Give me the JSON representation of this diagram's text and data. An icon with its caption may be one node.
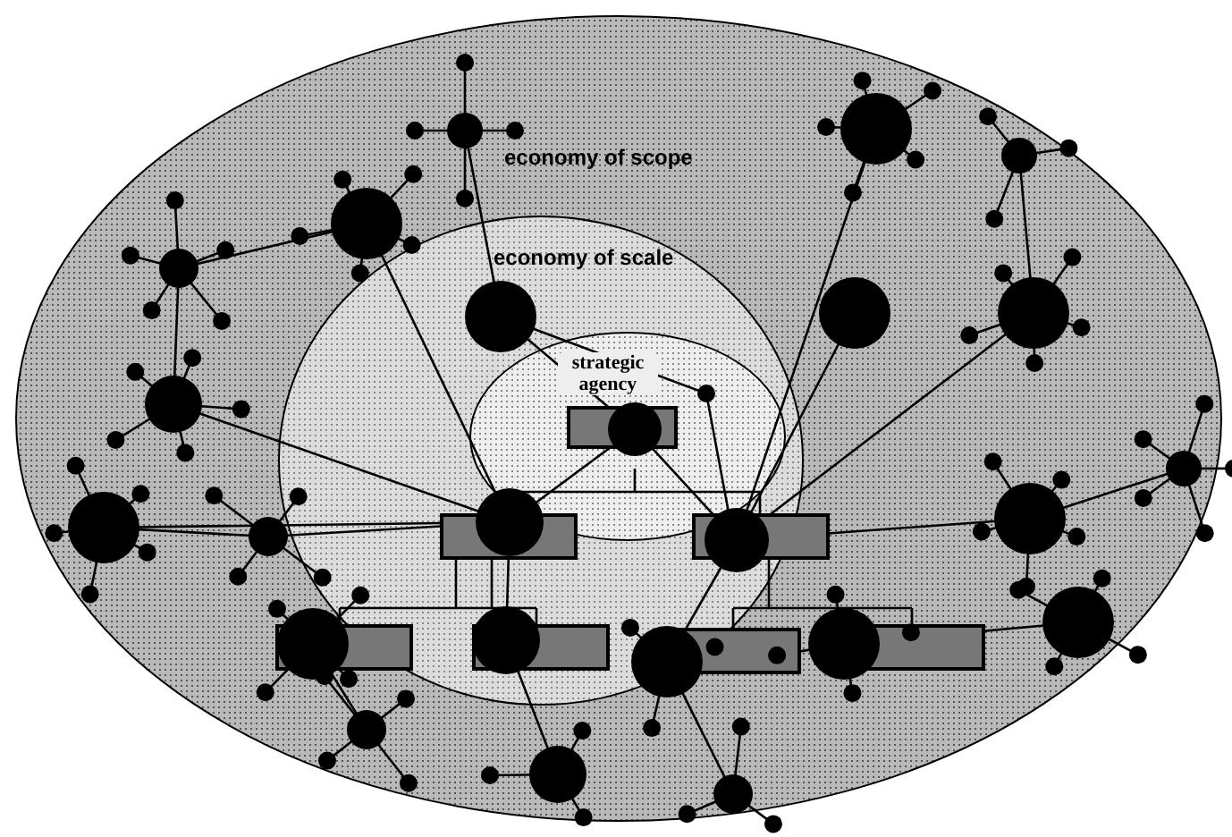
{
  "diagram": {
    "nodes": [
      {
        "text": [
          "economy of scope"
        ]
      },
      {
        "text": [
          "economy of scale"
        ],
        "in": 0
      },
      {
        "text": [
          "strategic agency"
        ],
        "in": 1
      }
    ]
  }
}
